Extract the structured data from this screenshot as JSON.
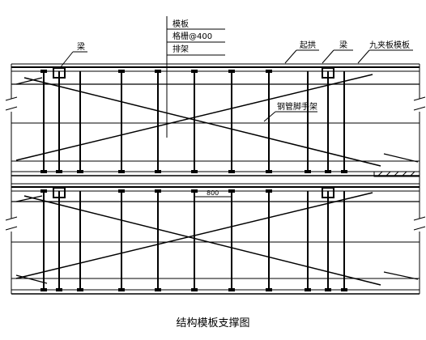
{
  "diagram": {
    "caption": "结构模板支撑图",
    "labels": {
      "formwork": "模板",
      "grid_spacing": "格栅@400",
      "scaffold_rack": "排架",
      "beam_left": "梁",
      "beam_right": "梁",
      "camber": "起拱",
      "plywood_formwork": "九夹板模板",
      "steel_scaffold": "钢管脚手架"
    },
    "dimension_text": "800"
  }
}
